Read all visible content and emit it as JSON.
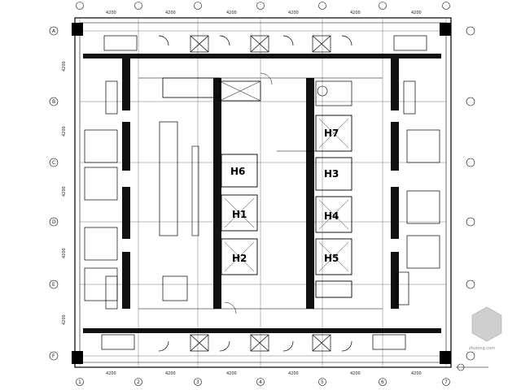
{
  "title": "",
  "dimensions": {
    "top": [
      "4200",
      "4200",
      "4200",
      "4200",
      "4200",
      "4200"
    ],
    "bottom": [
      "4200",
      "4200",
      "4200",
      "4200",
      "4200",
      "4200"
    ],
    "left": [
      "4200",
      "4200",
      "4200",
      "4200",
      "4200"
    ]
  },
  "axes": {
    "rows": [
      "A",
      "B",
      "C",
      "D",
      "E",
      "F"
    ],
    "cols": [
      "1",
      "2",
      "3",
      "4",
      "5",
      "6",
      "7"
    ]
  },
  "elevators": {
    "h1": "H1",
    "h2": "H2",
    "h3": "H3",
    "h4": "H4",
    "h5": "H5",
    "h6": "H6",
    "h7": "H7"
  },
  "watermark": "zhulong.com",
  "colors": {
    "line": "#000000",
    "grid": "#444444",
    "wall": "#111111"
  }
}
